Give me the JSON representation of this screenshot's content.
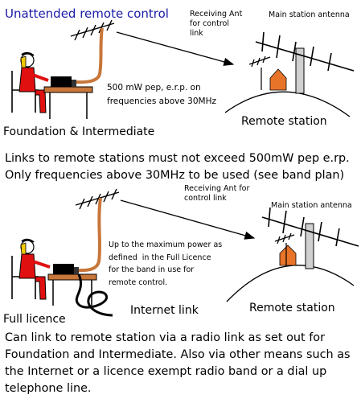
{
  "title": "Unattended remote control",
  "top_panel": {
    "receiving_ant_label": "Receiving Ant\nfor control\nlink",
    "main_antenna_label": "Main station antenna",
    "power_note": "500 mW pep, e.r.p. on\nfrequencies above 30MHz",
    "operator_label": "Foundation & Intermediate",
    "remote_label": "Remote station"
  },
  "links_paragraph": "Links to remote  stations must not exceed 500mW pep e.rp. Only frequencies above 30MHz to be used (see band plan)",
  "bottom_panel": {
    "receiving_ant_label": "Receiving Ant for\ncontrol link",
    "main_antenna_label": "Main station antenna",
    "power_note": "Up to the maximum power as\ndefined  in the Full Licence\nfor the band in use for\nremote control.",
    "operator_label": "Full licence",
    "internet_label": "Internet link",
    "remote_label": "Remote station"
  },
  "full_paragraph": "Can link to remote station via a radio link as set out for Foundation and Intermediate. Also via other means such as the Internet or a licence exempt radio band or a dial up telephone line.",
  "colors": {
    "title_blue": "#1a1aa8",
    "feeder_brown": "#c8763a",
    "person_red": "#e01010",
    "hut_orange": "#e8742a",
    "beard_yellow": "#f0c800"
  }
}
